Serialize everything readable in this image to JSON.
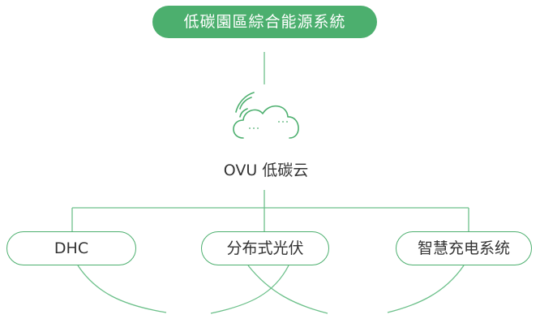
{
  "diagram": {
    "title": "低碳園區綜合能源系統",
    "cloud": {
      "label": "OVU 低碳云",
      "icon": "cloud-wifi-icon"
    },
    "nodes": [
      {
        "label": "DHC"
      },
      {
        "label": "分布式光伏"
      },
      {
        "label": "智慧充电系统"
      }
    ],
    "colors": {
      "accent": "#4caf6e",
      "connector": "#6cc08a",
      "text": "#333333"
    }
  }
}
